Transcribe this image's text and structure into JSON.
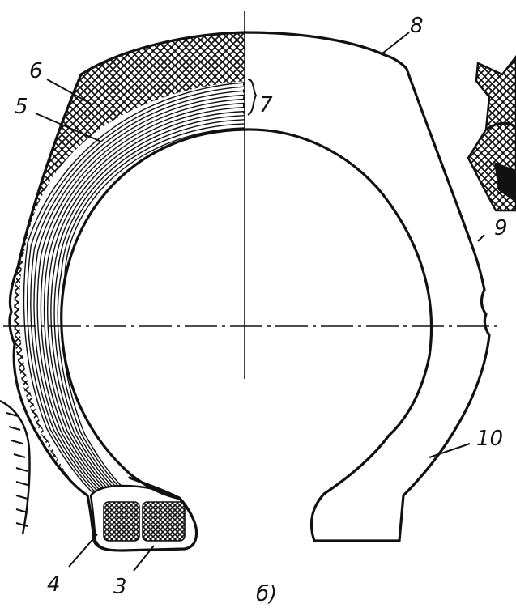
{
  "labels": {
    "l3": "3",
    "l4": "4",
    "l5": "5",
    "l6": "6",
    "l7": "7",
    "l8": "8",
    "l9": "9",
    "l10": "10",
    "caption": "б)"
  }
}
